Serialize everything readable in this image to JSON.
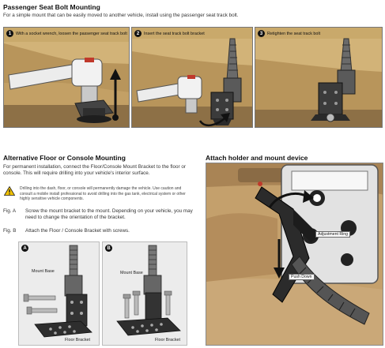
{
  "passenger": {
    "title": "Passenger Seat Bolt Mounting",
    "intro": "For a simple mount that can be easily moved to another vehicle, install using the passenger seat track bolt.",
    "steps": [
      {
        "num": "1",
        "text": "With a socket wrench, loosen the passenger seat track bolt"
      },
      {
        "num": "2",
        "text": "Insert the seat track bolt bracket"
      },
      {
        "num": "3",
        "text": "Retighten the seat track bolt"
      }
    ]
  },
  "alternative": {
    "title": "Alternative Floor or Console Mounting",
    "intro": "For permanent installation, connect the Floor/Console Mount Bracket to the floor or console. This will require drilling into your vehicle's interior surface.",
    "warning": "Drilling into the dash, floor, or console will permanently damage the vehicle. Use caution and consult a mobile install professional to avoid drilling into the gas tank, electrical system or other highly sensitive vehicle components.",
    "figs": [
      {
        "label": "Fig. A",
        "text": "Screw the mount bracket to the mount. Depending on your vehicle, you may need to change the orientation of the bracket."
      },
      {
        "label": "Fig. B",
        "text": "Attach the Floor / Console Bracket with screws."
      }
    ],
    "diagram_a": {
      "badge": "A",
      "mount_base": "Mount Base",
      "floor_bracket": "Floor Bracket"
    },
    "diagram_b": {
      "badge": "B",
      "mount_base": "Mount Base",
      "floor_bracket": "Floor Bracket"
    }
  },
  "attach": {
    "title": "Attach holder and mount device",
    "adjustment_ring": "Adjustment Ring",
    "push_down": "Push Down"
  },
  "colors": {
    "seat_tan": "#c9a96b",
    "metal_dark": "#3a3a3a",
    "wrench_silver": "#e6e6e6",
    "accent_red": "#c0392b",
    "warning_yellow": "#f2c200"
  }
}
